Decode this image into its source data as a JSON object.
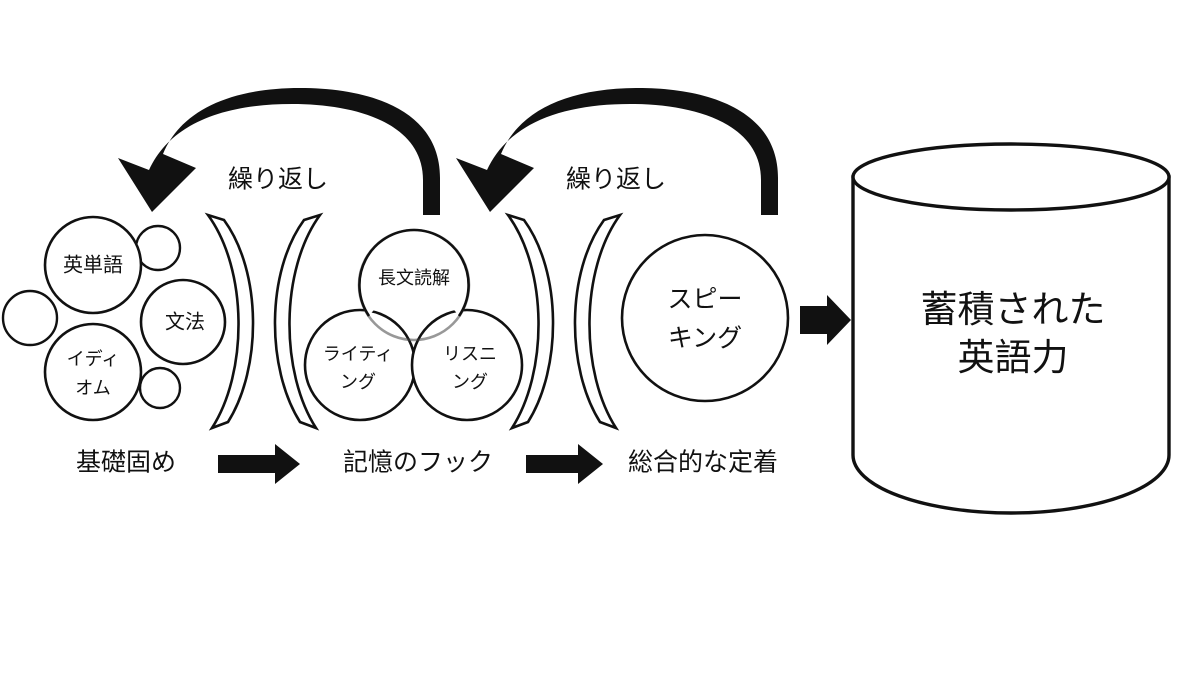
{
  "diagram": {
    "title": "English study accumulation flow diagram",
    "colors": {
      "stroke": "#111111",
      "fill": "#ffffff",
      "background": "#ffffff",
      "overlap_stroke": "#9a9a9a"
    },
    "stage1": {
      "caption": "基礎固め",
      "nodes": [
        {
          "label": "英単語",
          "lines": [
            "英単語"
          ]
        },
        {
          "label": "文法",
          "lines": [
            "文法"
          ]
        },
        {
          "label": "イディオム",
          "lines": [
            "イディ",
            "オム"
          ]
        }
      ],
      "blank_bubbles": 3
    },
    "stage2": {
      "caption": "記憶のフック",
      "nodes": [
        {
          "label": "長文読解",
          "lines": [
            "長文読解"
          ]
        },
        {
          "label": "ライティング",
          "lines": [
            "ライティ",
            "ング"
          ]
        },
        {
          "label": "リスニング",
          "lines": [
            "リスニ",
            "ング"
          ]
        }
      ]
    },
    "stage3": {
      "caption": "総合的な定着",
      "nodes": [
        {
          "label": "スピーキング",
          "lines": [
            "スピー",
            "キング"
          ]
        }
      ]
    },
    "repeat_arrows": [
      {
        "label": "繰り返し",
        "direction": "right-to-left"
      },
      {
        "label": "繰り返し",
        "direction": "right-to-left"
      }
    ],
    "flow_arrows": [
      {
        "name": "stage1-to-stage2",
        "direction": "right"
      },
      {
        "name": "stage2-to-stage3",
        "direction": "right"
      },
      {
        "name": "stage3-to-store",
        "direction": "right"
      }
    ],
    "store": {
      "shape": "cylinder",
      "lines": [
        "蓄積された",
        "英語力"
      ],
      "label": "蓄積された英語力"
    }
  }
}
